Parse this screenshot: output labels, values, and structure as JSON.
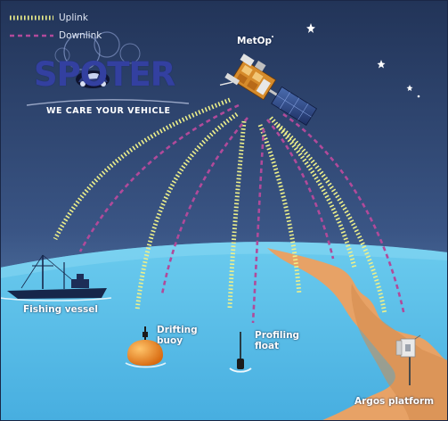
{
  "legend": {
    "uplink_label": "Uplink",
    "downlink_label": "Downlink"
  },
  "logo": {
    "wordmark": "SPOTER",
    "tagline": "WE CARE YOUR VEHICLE"
  },
  "satellite": {
    "label": "MetOp"
  },
  "nodes": {
    "fishing_vessel": "Fishing vessel",
    "drifting_buoy": "Drifting buoy",
    "profiling_float": "Profiling float",
    "argos_platform": "Argos platform"
  },
  "colors": {
    "sky": "#2a3e67",
    "ocean": "#5fc4e8",
    "land": "#e9a66b",
    "uplink": "#eef08a",
    "downlink": "#b14a9a",
    "logo": "#3340a0",
    "buoy": "#f08a1c"
  }
}
